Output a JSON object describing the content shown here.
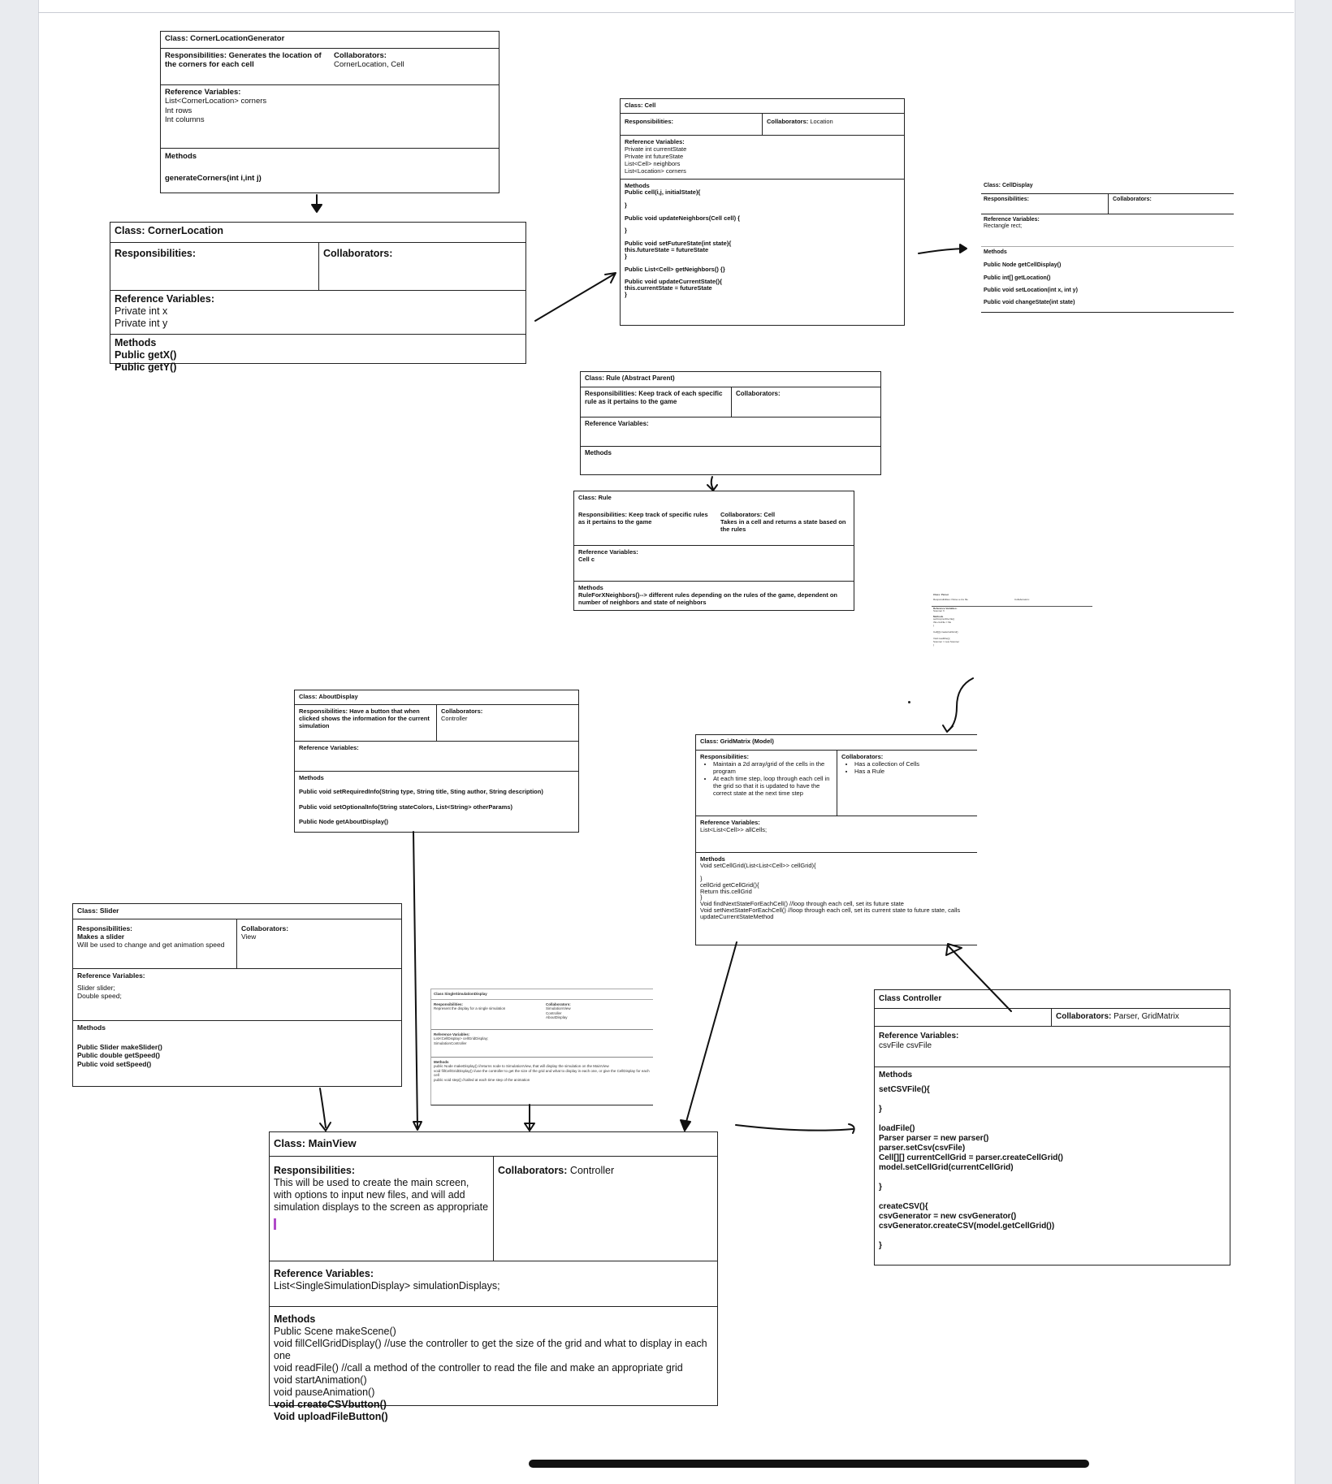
{
  "cards": {
    "corner_location_generator": {
      "title": "Class: CornerLocationGenerator",
      "responsibilities": "Responsibilities: Generates the location of the corners for each cell",
      "collaborators_label": "Collaborators:",
      "collaborators": "CornerLocation, Cell",
      "ref_label": "Reference Variables:",
      "ref_lines": [
        "List<CornerLocation> corners",
        "Int rows",
        "Int columns"
      ],
      "methods_label": "Methods",
      "method_lines": [
        "generateCorners(int i,int j)"
      ]
    },
    "corner_location": {
      "title": "Class: CornerLocation",
      "responsibilities": "Responsibilities:",
      "collaborators_label": "Collaborators:",
      "ref_label": "Reference Variables:",
      "ref_lines": [
        "Private int x",
        "Private int y"
      ],
      "methods_label": "Methods",
      "method_lines": [
        "Public getX()",
        "Public getY()"
      ]
    },
    "cell": {
      "title": "Class: Cell",
      "responsibilities": "Responsibilities:",
      "collaborators_label": "Collaborators:",
      "collaborators": "Location",
      "ref_label": "Reference Variables:",
      "ref_lines": [
        "Private int currentState",
        "Private int futureState",
        "List<Cell> neighbors",
        "List<Location> corners"
      ],
      "methods_label": "Methods",
      "method_lines": [
        "Public cell(i,j, initialState){",
        "",
        "}",
        "",
        "Public void updateNeighbors(Cell cell) {",
        "",
        "}",
        "",
        "Public void setFutureState(int state){",
        "this.futureState = futureState",
        "}",
        "",
        "Public List<Cell> getNeighbors() {}",
        "",
        "Public void updateCurrentState(){",
        "this.currentState = futureState",
        "}"
      ]
    },
    "cell_display": {
      "title": "Class: CellDisplay",
      "responsibilities": "Responsibilities:",
      "collaborators_label": "Collaborators:",
      "ref_label": "Reference Variables:",
      "ref_lines": [
        "Rectangle rect;"
      ],
      "methods_label": "Methods",
      "method_lines": [
        "Public Node getCellDisplay()",
        "Public int[] getLocation()",
        "Public void setLocation(int x, int y)",
        "Public void changeState(int state)"
      ]
    },
    "rule_abstract": {
      "title": "Class: Rule (Abstract Parent)",
      "responsibilities": "Responsibilities: Keep track of each specific rule as it pertains to the game",
      "collaborators_label": "Collaborators:",
      "ref_label": "Reference Variables:",
      "methods_label": "Methods"
    },
    "rule": {
      "title": "Class: Rule",
      "responsibilities": "Responsibilities: Keep track of specific rules as it pertains to the game",
      "collaborators_label": "Collaborators: Cell",
      "collaborators": "Takes in a cell and returns a state based on the rules",
      "ref_label": "Reference Variables:",
      "ref_lines": [
        "Cell c"
      ],
      "methods_label": "Methods",
      "method_lines": [
        "RuleForXNeighbors()--> different rules depending on the rules of the game, dependent on number of neighbors and state of neighbors"
      ]
    },
    "tiny_card": {
      "title": "Class: Parser",
      "responsibilities": "Responsibilities: Parse a csv file",
      "collaborators_label": "Collaborators:",
      "ref_label": "Reference Variables:",
      "ref_lines": [
        "Scanner fr"
      ],
      "methods_label": "Methods",
      "method_lines": [
        "setCsv(csvFile file){",
        "this.csvFile = file",
        "}",
        "",
        "Cell[][] createCellGrid()",
        "",
        "Void readFile(){",
        "Scanner = new Scanner",
        "}"
      ]
    },
    "about_display": {
      "title": "Class: AboutDisplay",
      "responsibilities": "Responsibilities: Have a button that when clicked shows the information for the current simulation",
      "collaborators_label": "Collaborators:",
      "collaborators": "Controller",
      "ref_label": "Reference Variables:",
      "methods_label": "Methods",
      "method_lines": [
        "Public void setRequiredInfo(String type, String title, Sting author, String description)",
        "Public void setOptionalInfo(String stateColors, List<String> otherParams)",
        "Public Node getAboutDisplay()"
      ]
    },
    "grid_matrix": {
      "title": "Class: GridMatrix (Model)",
      "responsibilities_label": "Responsibilities:",
      "responsibility_items": [
        "Maintain a 2d array/grid of the cells in the program",
        "At each time step, loop through each cell in the grid so that it is updated to have the correct state at the next time step"
      ],
      "collaborators_label": "Collaborators:",
      "collaborator_items": [
        "Has a collection of Cells",
        "Has a Rule"
      ],
      "ref_label": "Reference Variables:",
      "ref_lines": [
        "List<List<Cell>> allCells;"
      ],
      "methods_label": "Methods",
      "method_lines": [
        "Void setCellGrid(List<List<Cell>> cellGrid){",
        "",
        "}",
        "cellGrid getCellGrid(){",
        "Return this.cellGrid",
        "}",
        "Void findNextStateForEachCell() //loop through each cell, set its future state",
        "Void setNextStateForEachCell() //loop through each cell, set its current state to future state, calls updateCurrentStateMethod"
      ]
    },
    "slider": {
      "title": "Class: Slider",
      "responsibilities_label": "Responsibilities:",
      "responsibilities_bold": "Makes a slider",
      "responsibilities": "Will be used to change and get animation speed",
      "collaborators_label": "Collaborators:",
      "collaborators": "View",
      "ref_label": "Reference Variables:",
      "ref_lines": [
        "Slider slider;",
        "Double speed;"
      ],
      "methods_label": "Methods",
      "method_lines": [
        "Public Slider makeSlider()",
        "Public double getSpeed()",
        "Public void setSpeed()"
      ]
    },
    "single_simulation_display": {
      "title": "Class SingleSimulationDisplay",
      "responsibilities_label": "Responsibilities:",
      "responsibilities": "Represent the display for a single simulation",
      "collaborators_label": "Collaborators:",
      "collaborator_lines": [
        "SimulationView",
        "Controller",
        "AboutDisplay"
      ],
      "ref_label": "Reference Variables:",
      "ref_lines": [
        "List<CellDisplay> cellGridDisplay;",
        "SimulationController"
      ],
      "methods_label": "Methods",
      "method_lines": [
        "public Node makeDisplay() //returns node to SimulationView, that will display the simulation on the MainView",
        "void fillCellGridDisplay() //use the controller to get the size of the grid and what to display in each one, or give the CellDisplay for each cell",
        "public void step() //called at each time step of the animation"
      ]
    },
    "controller": {
      "title": "Class Controller",
      "collaborators_label": "Collaborators:",
      "collaborators": "Parser, GridMatrix",
      "ref_label": "Reference Variables:",
      "ref_lines": [
        "csvFile csvFile"
      ],
      "methods_label": "Methods",
      "method_lines": [
        "setCSVFile(){",
        "",
        "}",
        "",
        "loadFile()",
        "Parser parser = new parser()",
        "parser.setCsv(csvFile)",
        "Cell[][] currentCellGrid = parser.createCellGrid()",
        "model.setCellGrid(currentCellGrid)",
        "",
        "}",
        "",
        "createCSV(){",
        "csvGenerator = new csvGenerator()",
        "csvGenerator.createCSV(model.getCellGrid())",
        "",
        "}"
      ]
    },
    "main_view": {
      "title": "Class: MainView",
      "responsibilities_label": "Responsibilities:",
      "responsibilities": "This will be used to create the main screen, with options to input new files, and will add simulation displays to the screen as appropriate",
      "collaborators_label": "Collaborators:",
      "collaborators": "Controller",
      "ref_label": "Reference Variables:",
      "ref_lines": [
        "List<SingleSimulationDisplay> simulationDisplays;"
      ],
      "methods_label": "Methods",
      "method_lines": [
        "Public Scene makeScene()",
        "void fillCellGridDisplay() //use the controller to get the size of the grid and what to display in each one",
        "void readFile() //call a method of the controller to read the file and make an appropriate grid",
        "void startAnimation()",
        "void pauseAnimation()"
      ],
      "method_lines_bold": [
        "void createCSVbutton()",
        "Void uploadFileButton()"
      ]
    }
  }
}
